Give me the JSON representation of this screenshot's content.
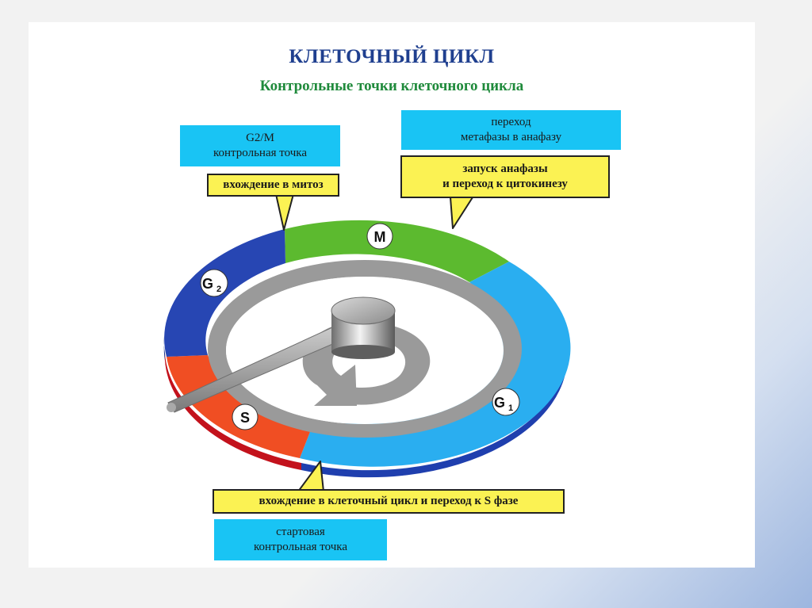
{
  "title": "КЛЕТОЧНЫЙ ЦИКЛ",
  "subtitle": "Контрольные точки клеточного цикла",
  "checkpoints": {
    "g2m": {
      "line1": "G2/M",
      "line2": "контрольная точка"
    },
    "g2m_callout": "вхождение в митоз",
    "metaphase": {
      "line1": "переход",
      "line2": "метафазы в анафазу"
    },
    "metaphase_callout": {
      "line1": "запуск анафазы",
      "line2": "и переход к цитокинезу"
    },
    "start_callout": "вхождение в клеточный цикл и переход к S фазе",
    "start": {
      "line1": "стартовая",
      "line2": "контрольная точка"
    }
  },
  "phases": {
    "m": "M",
    "g2_letter": "G",
    "g2_sub": "2",
    "g1_letter": "G",
    "g1_sub": "1",
    "s": "S"
  },
  "colors": {
    "m": "#5cba2f",
    "g2": "#2746b3",
    "g1": "#2aaef0",
    "s": "#f04e23",
    "cyan_box": "#19c4f4",
    "yellow_box": "#fbf253"
  }
}
